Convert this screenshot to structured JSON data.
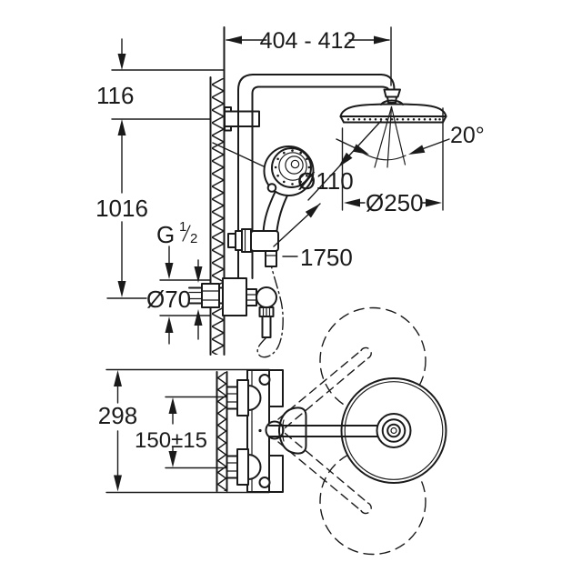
{
  "drawing": {
    "type": "shower-system-dimensional-drawing",
    "colors": {
      "line": "#1a1a1a",
      "background": "#ffffff"
    },
    "labels": {
      "top_width": "404 - 412",
      "wall_offset": "116",
      "riser_height": "1016",
      "thread_g": "G",
      "thread_num": "1",
      "thread_den": "2",
      "escutcheon_dia": "Ø70",
      "hand_shower_dia": "Ø110",
      "head_shower_dia": "Ø250",
      "swivel_angle": "20°",
      "hose_length": "1750",
      "body_depth": "298",
      "supply_spacing": "150±15"
    }
  }
}
